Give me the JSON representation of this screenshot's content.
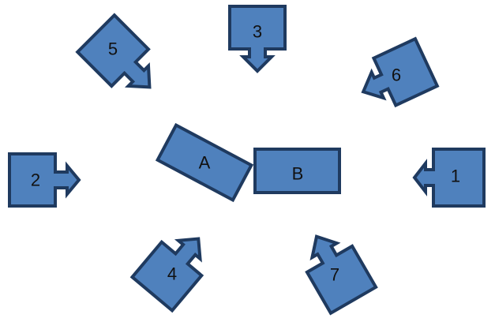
{
  "colors": {
    "fill": "#4f81bd",
    "stroke": "#1f3a5f",
    "text": "#111111",
    "background": "#ffffff"
  },
  "blocks": [
    {
      "id": "A",
      "label": "A"
    },
    {
      "id": "B",
      "label": "B"
    }
  ],
  "callouts": [
    {
      "id": "1",
      "label": "1",
      "direction": "left"
    },
    {
      "id": "2",
      "label": "2",
      "direction": "right"
    },
    {
      "id": "3",
      "label": "3",
      "direction": "down"
    },
    {
      "id": "4",
      "label": "4",
      "direction": "up-right"
    },
    {
      "id": "5",
      "label": "5",
      "direction": "down-right"
    },
    {
      "id": "6",
      "label": "6",
      "direction": "down-left"
    },
    {
      "id": "7",
      "label": "7",
      "direction": "up-left"
    }
  ]
}
